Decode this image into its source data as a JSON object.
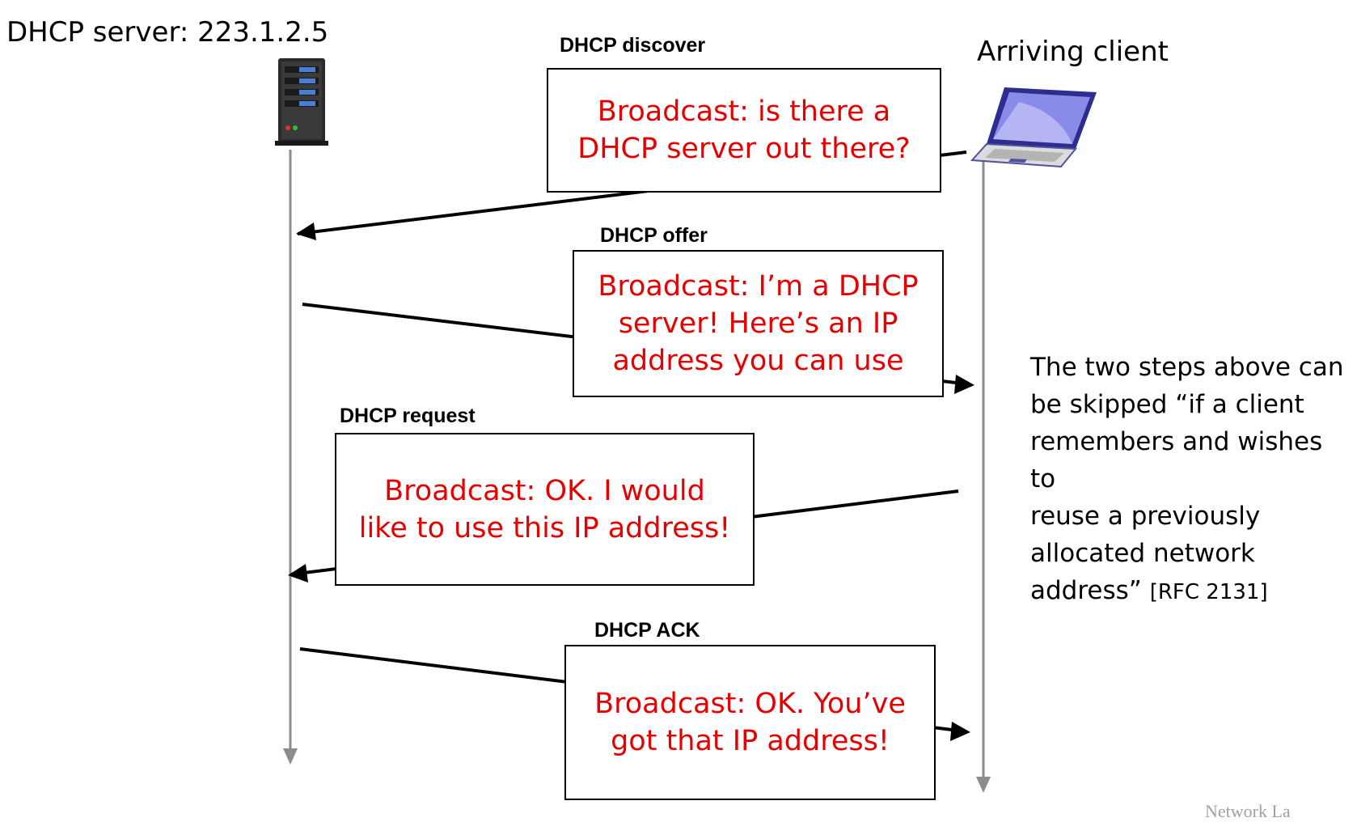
{
  "server": {
    "label": "DHCP server: 223.1.2.5",
    "icon": "server-icon"
  },
  "client": {
    "label": "Arriving client",
    "icon": "laptop-icon"
  },
  "messages": [
    {
      "name": "DHCP discover",
      "text": [
        "Broadcast: is there a",
        "DHCP server out there?"
      ],
      "direction": "client-to-server"
    },
    {
      "name": "DHCP offer",
      "text": [
        "Broadcast: I’m a DHCP",
        "server! Here’s an IP",
        "address you can use"
      ],
      "direction": "server-to-client"
    },
    {
      "name": "DHCP request",
      "text": [
        "Broadcast: OK.  I would",
        "like to use this IP address!"
      ],
      "direction": "client-to-server"
    },
    {
      "name": "DHCP ACK",
      "text": [
        "Broadcast: OK.  You’ve",
        "got that IP address!"
      ],
      "direction": "server-to-client"
    }
  ],
  "note": {
    "lines": [
      "The two steps above can",
      "be skipped “if a client",
      "remembers and wishes to",
      "reuse a previously",
      "allocated network",
      "address”"
    ],
    "citation": "[RFC 2131]"
  },
  "footer": "Network La",
  "colors": {
    "message_text": "#e60000",
    "timeline": "#8c8c8c",
    "arrow": "#000000"
  }
}
